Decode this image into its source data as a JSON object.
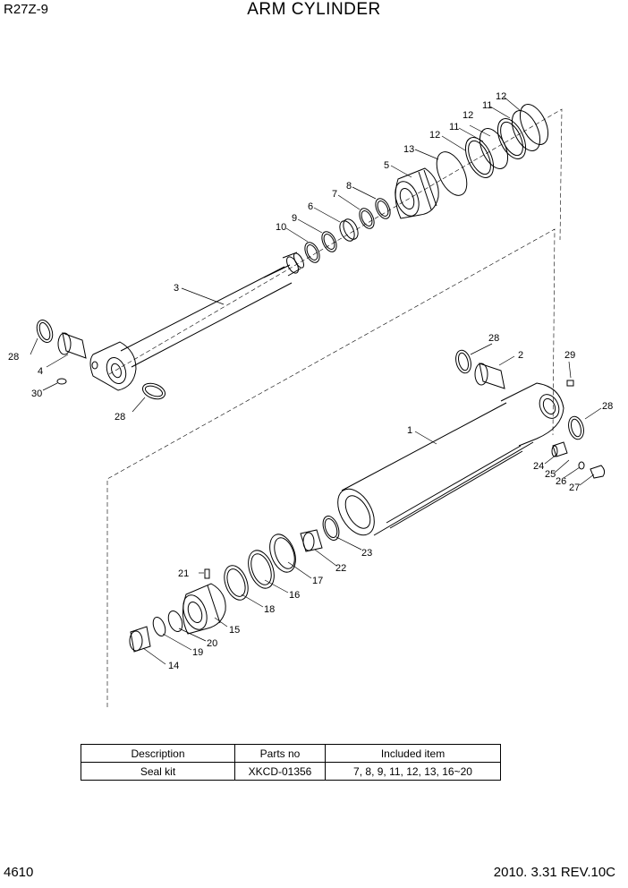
{
  "header": {
    "model": "R27Z-9",
    "title": "ARM CYLINDER"
  },
  "callouts": {
    "c1": "1",
    "c2": "2",
    "c3": "3",
    "c4": "4",
    "c5": "5",
    "c6": "6",
    "c7": "7",
    "c8": "8",
    "c9": "9",
    "c10": "10",
    "c11a": "11",
    "c11b": "11",
    "c12a": "12",
    "c12b": "12",
    "c12c": "12",
    "c13": "13",
    "c14": "14",
    "c15": "15",
    "c16": "16",
    "c17": "17",
    "c18": "18",
    "c19": "19",
    "c20": "20",
    "c21": "21",
    "c22": "22",
    "c23": "23",
    "c24": "24",
    "c25": "25",
    "c26": "26",
    "c27": "27",
    "c28a": "28",
    "c28b": "28",
    "c28c": "28",
    "c28d": "28",
    "c29": "29",
    "c30": "30"
  },
  "seal_kit": {
    "headers": [
      "Description",
      "Parts no",
      "Included item"
    ],
    "row": [
      "Seal kit",
      "XKCD-01356",
      "7, 8, 9, 11, 12, 13, 16~20"
    ]
  },
  "footer": {
    "page": "4610",
    "revision": "2010. 3.31  REV.10C"
  }
}
